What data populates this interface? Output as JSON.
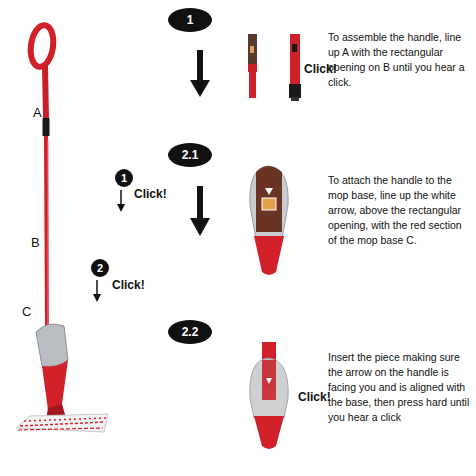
{
  "diagram": {
    "nodes": [
      {
        "text": [
          "1"
        ]
      },
      {
        "text": [
          "1"
        ]
      },
      {
        "text": [
          "2.1"
        ]
      },
      {
        "text": [
          "2"
        ]
      },
      {
        "text": [
          "2.2"
        ]
      }
    ],
    "labels": [
      "A",
      "B",
      "Click!",
      "C",
      "Click!",
      "Click!",
      "To assemble the handle, line up A with the rectangular opening on B until you hear a click.",
      "To attach the handle to the mop base, line up the white arrow, above the rectangular opening, with the red section of the mop base C.",
      "Click!",
      "Insert the piece making sure the arrow on the handle is facing you and is aligned with the base, then press hard until you hear a click"
    ]
  }
}
